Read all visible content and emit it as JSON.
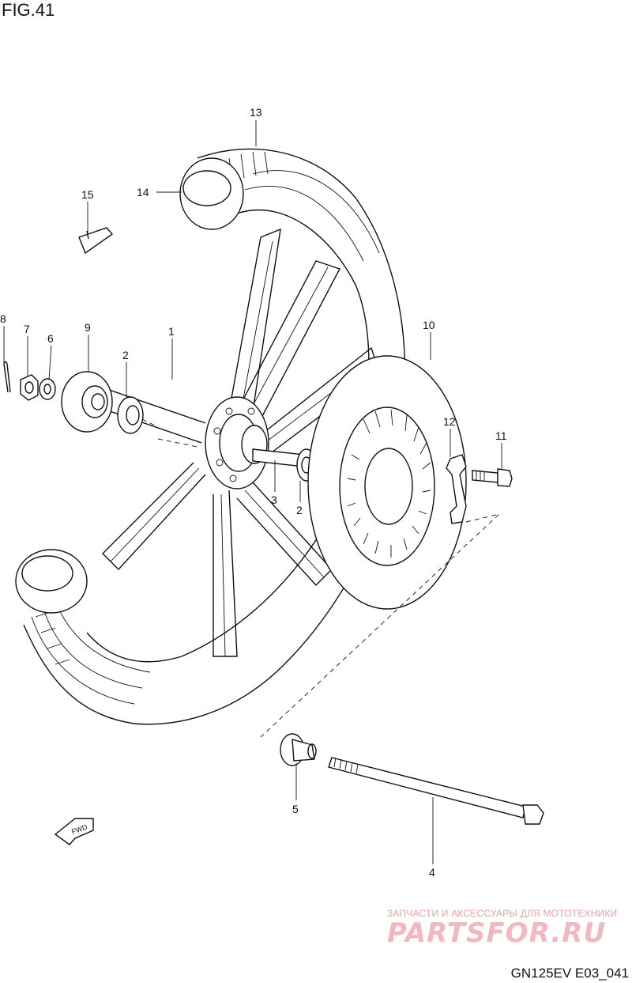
{
  "figure": {
    "title": "FIG.41",
    "code": "GN125EV E03_041"
  },
  "watermark": {
    "subtitle": "ЗАПЧАСТИ И АКСЕССУАРЫ ДЛЯ МОТОТЕХНИКИ",
    "brand": "PARTSFOR.RU"
  },
  "direction_arrow": {
    "label": "FWD",
    "icon": "arrow-icon"
  },
  "callouts": {
    "c1": "1",
    "c2a": "2",
    "c2b": "2",
    "c3": "3",
    "c4": "4",
    "c5": "5",
    "c6": "6",
    "c7": "7",
    "c8": "8",
    "c9": "9",
    "c10": "10",
    "c11": "11",
    "c12": "12",
    "c13": "13",
    "c14": "14",
    "c15": "15"
  }
}
